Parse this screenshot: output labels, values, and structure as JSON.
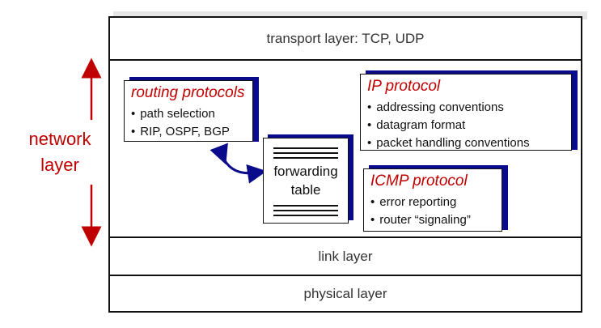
{
  "layers": {
    "transport": "transport layer: TCP, UDP",
    "link": "link layer",
    "physical": "physical layer"
  },
  "network_label": {
    "line1": "network",
    "line2": "layer"
  },
  "routing_box": {
    "title": "routing protocols",
    "items": [
      "path selection",
      "RIP, OSPF, BGP"
    ]
  },
  "ip_box": {
    "title": "IP protocol",
    "items": [
      "addressing conventions",
      "datagram format",
      "packet handling conventions"
    ]
  },
  "icmp_box": {
    "title": "ICMP protocol",
    "items": [
      "error reporting",
      "router “signaling”"
    ]
  },
  "forwarding_table": {
    "line1": "forwarding",
    "line2": "table"
  },
  "colors": {
    "accent_red": "#c00000",
    "shadow_blue": "#0a0a8c"
  }
}
